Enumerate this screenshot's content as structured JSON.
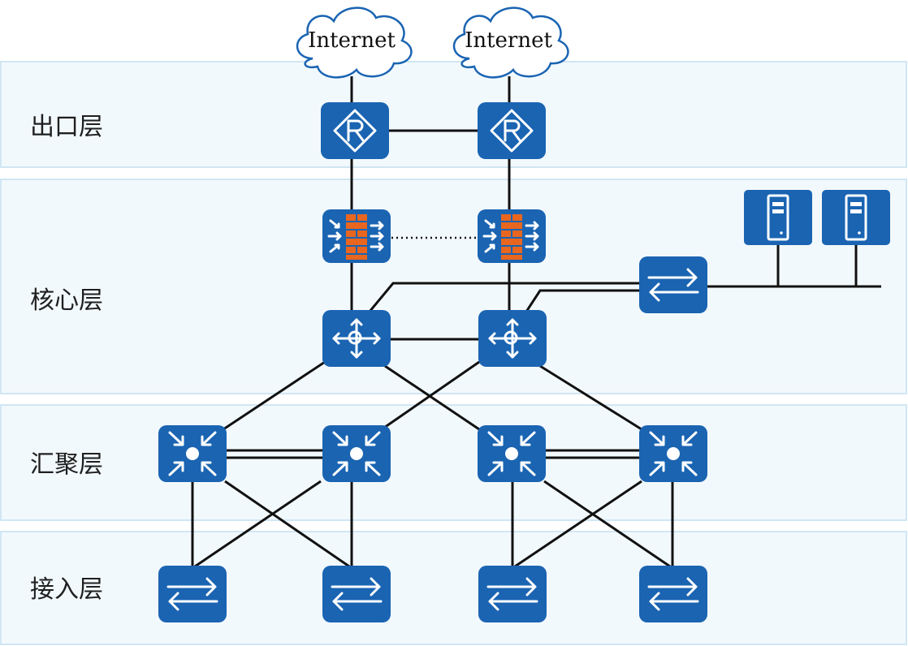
{
  "diagram": {
    "layers": [
      {
        "id": "egress",
        "label": "出口层"
      },
      {
        "id": "core",
        "label": "核心层"
      },
      {
        "id": "aggregation",
        "label": "汇聚层"
      },
      {
        "id": "access",
        "label": "接入层"
      }
    ],
    "clouds": [
      {
        "id": "internet-1",
        "label": "Internet"
      },
      {
        "id": "internet-2",
        "label": "Internet"
      }
    ],
    "devices": {
      "routers": 2,
      "firewalls": 2,
      "core_switches": 2,
      "aggregation_switches": 4,
      "access_switches": 4,
      "server_switch": 1,
      "servers": 2
    },
    "colors": {
      "device": "#1a64b2",
      "firewall_brick": "#e8661f",
      "band_fill": "#f2f9fd",
      "band_border": "#c3dff0",
      "link": "#111111"
    }
  }
}
